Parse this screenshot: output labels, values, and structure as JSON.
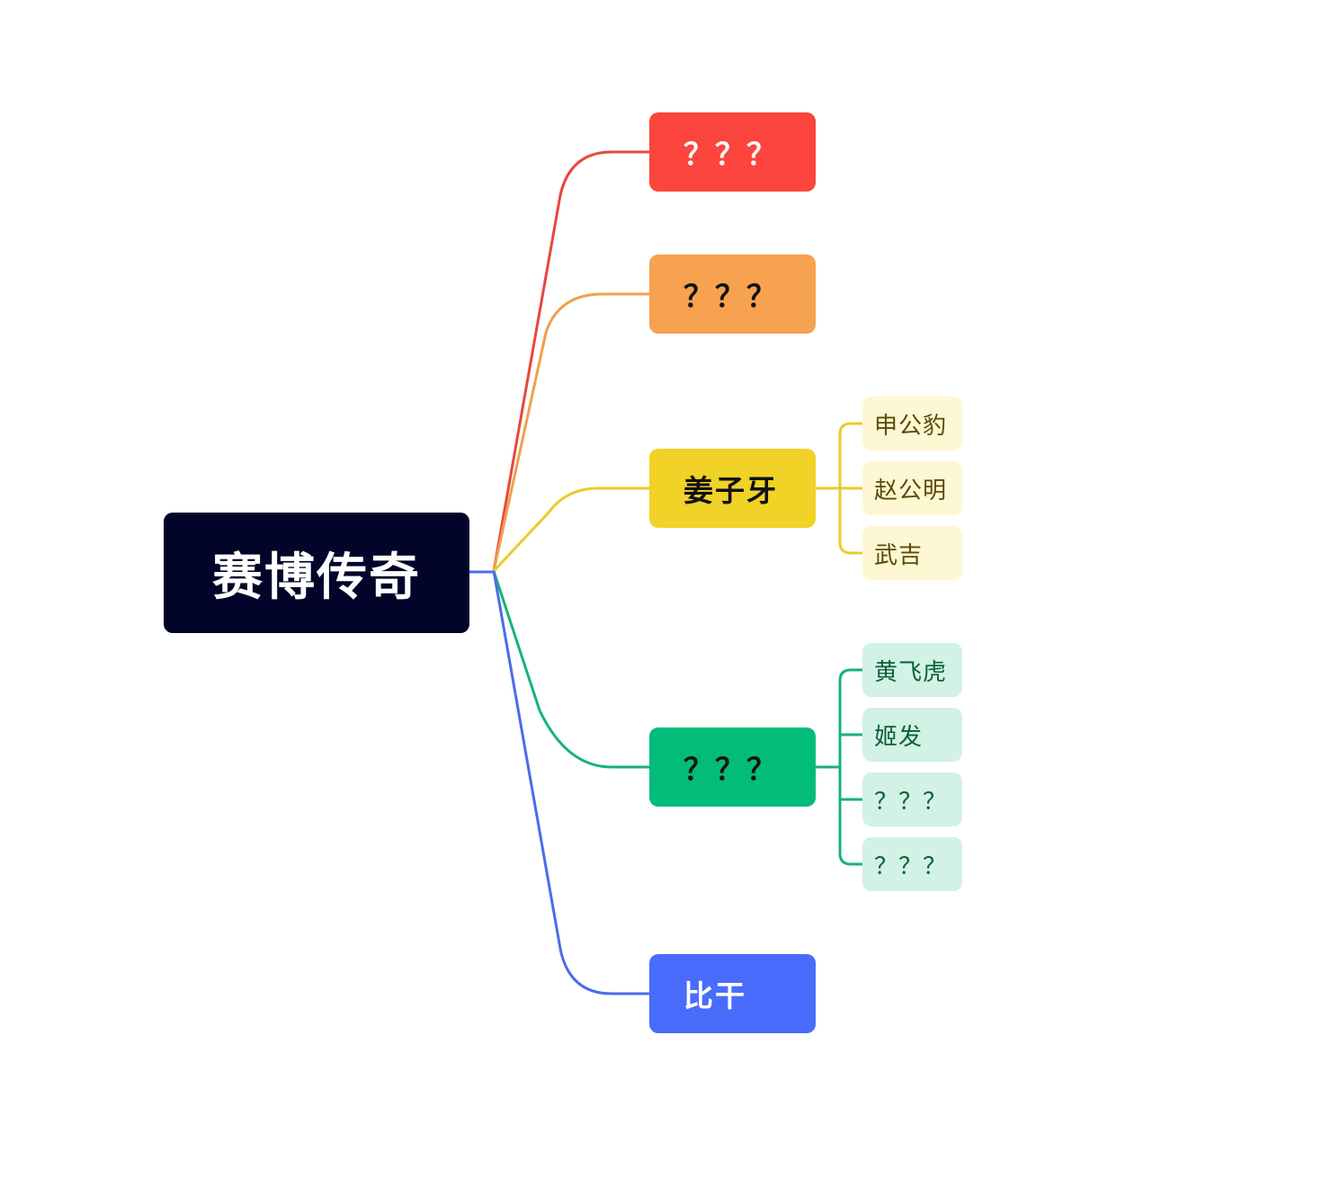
{
  "root": {
    "label": "赛博传奇",
    "bg": "#02042A",
    "color": "#FFFFFF"
  },
  "branches": [
    {
      "label": "？？？",
      "bg": "#FB453D",
      "color": "#FFFFFF",
      "line": "#E8473D",
      "children": []
    },
    {
      "label": "？？？",
      "bg": "#F6A24F",
      "color": "#111111",
      "line": "#EFA04F",
      "children": []
    },
    {
      "label": "姜子牙",
      "bg": "#F1D226",
      "color": "#111111",
      "line": "#EACB2B",
      "children": [
        {
          "label": "申公豹",
          "bg": "#FDF7D4",
          "color": "#5C4A05"
        },
        {
          "label": "赵公明",
          "bg": "#FDF7D4",
          "color": "#5C4A05"
        },
        {
          "label": "武吉",
          "bg": "#FDF7D4",
          "color": "#5C4A05"
        }
      ]
    },
    {
      "label": "？？？",
      "bg": "#03BC79",
      "color": "#111111",
      "line": "#16B27A",
      "children": [
        {
          "label": "黄飞虎",
          "bg": "#D1F2E4",
          "color": "#0B5E3B"
        },
        {
          "label": "姬发",
          "bg": "#D1F2E4",
          "color": "#0B5E3B"
        },
        {
          "label": "？？？",
          "bg": "#D1F2E4",
          "color": "#0B5E3B"
        },
        {
          "label": "？？？",
          "bg": "#D1F2E4",
          "color": "#0B5E3B"
        }
      ]
    },
    {
      "label": "比干",
      "bg": "#4A6CFD",
      "color": "#FFFFFF",
      "line": "#4A6CEB",
      "children": []
    }
  ]
}
